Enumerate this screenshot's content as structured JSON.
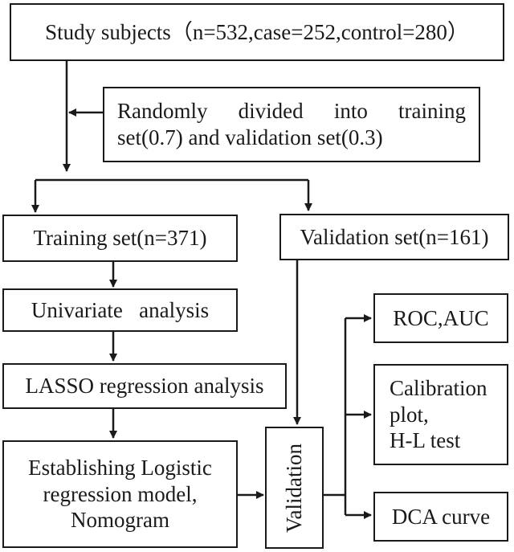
{
  "flowchart": {
    "study_subjects": "Study subjects（n=532,case=252,control=280）",
    "random_split": {
      "line1": "Randomly divided into training",
      "line2": "set(0.7) and validation set(0.3)"
    },
    "training_set": "Training set(n=371)",
    "validation_set": "Validation set(n=161)",
    "univariate": "Univariate   analysis",
    "lasso": "LASSO regression analysis",
    "model": {
      "line1": "Establishing Logistic",
      "line2": "regression model,",
      "line3": "Nomogram"
    },
    "validation": "Validation",
    "roc_auc": "ROC,AUC",
    "calibration": {
      "line1": "Calibration",
      "line2": "plot,",
      "line3": "H-L test"
    },
    "dca": "DCA curve"
  },
  "colors": {
    "stroke": "#1a1a1a",
    "background": "#ffffff"
  }
}
